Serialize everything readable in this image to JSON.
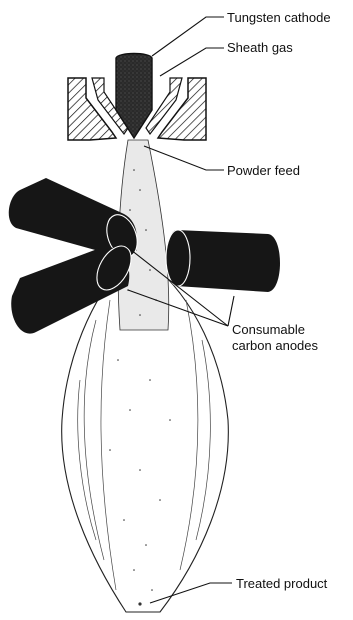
{
  "diagram": {
    "labels": {
      "tungsten_cathode": "Tungsten cathode",
      "sheath_gas": "Sheath gas",
      "powder_feed": "Powder feed",
      "consumable_anodes_line1": "Consumable",
      "consumable_anodes_line2": "carbon anodes",
      "treated_product": "Treated product"
    },
    "colors": {
      "ink": "#111111",
      "electrode_fill": "#161616",
      "background": "#ffffff"
    }
  }
}
